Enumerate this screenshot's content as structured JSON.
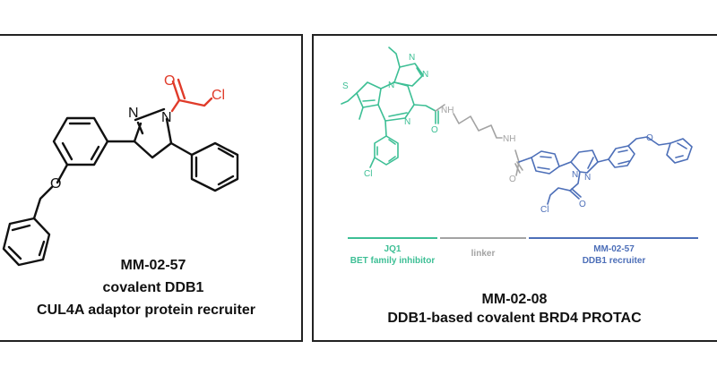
{
  "colors": {
    "black": "#111111",
    "red": "#e03b2a",
    "green": "#3dbf95",
    "gray": "#a3a3a3",
    "blue": "#4d6fb8"
  },
  "left": {
    "compound_id": "MM-02-57",
    "desc_line1": "covalent DDB1",
    "desc_line2": "CUL4A adaptor protein recruiter",
    "atoms": {
      "n1": "N",
      "n2": "N",
      "o_carbonyl": "O",
      "cl": "Cl",
      "o_ether": "O"
    }
  },
  "right": {
    "compound_id": "MM-02-08",
    "subtitle": "DDB1-based covalent BRD4 PROTAC",
    "segments": [
      {
        "name": "JQ1",
        "desc": "BET family inhibitor"
      },
      {
        "name": "",
        "desc": "linker"
      },
      {
        "name": "MM-02-57",
        "desc": "DDB1 recruiter"
      }
    ],
    "atoms": {
      "s": "S",
      "n_a": "N",
      "n_b": "N",
      "n_c": "N",
      "n_d": "N",
      "o1": "O",
      "nh1": "NH",
      "nh2": "NH",
      "o2": "O",
      "cl_jq1": "Cl",
      "n_e": "N",
      "n_f": "N",
      "o3": "O",
      "cl_end": "Cl",
      "o_ether": "O"
    }
  }
}
